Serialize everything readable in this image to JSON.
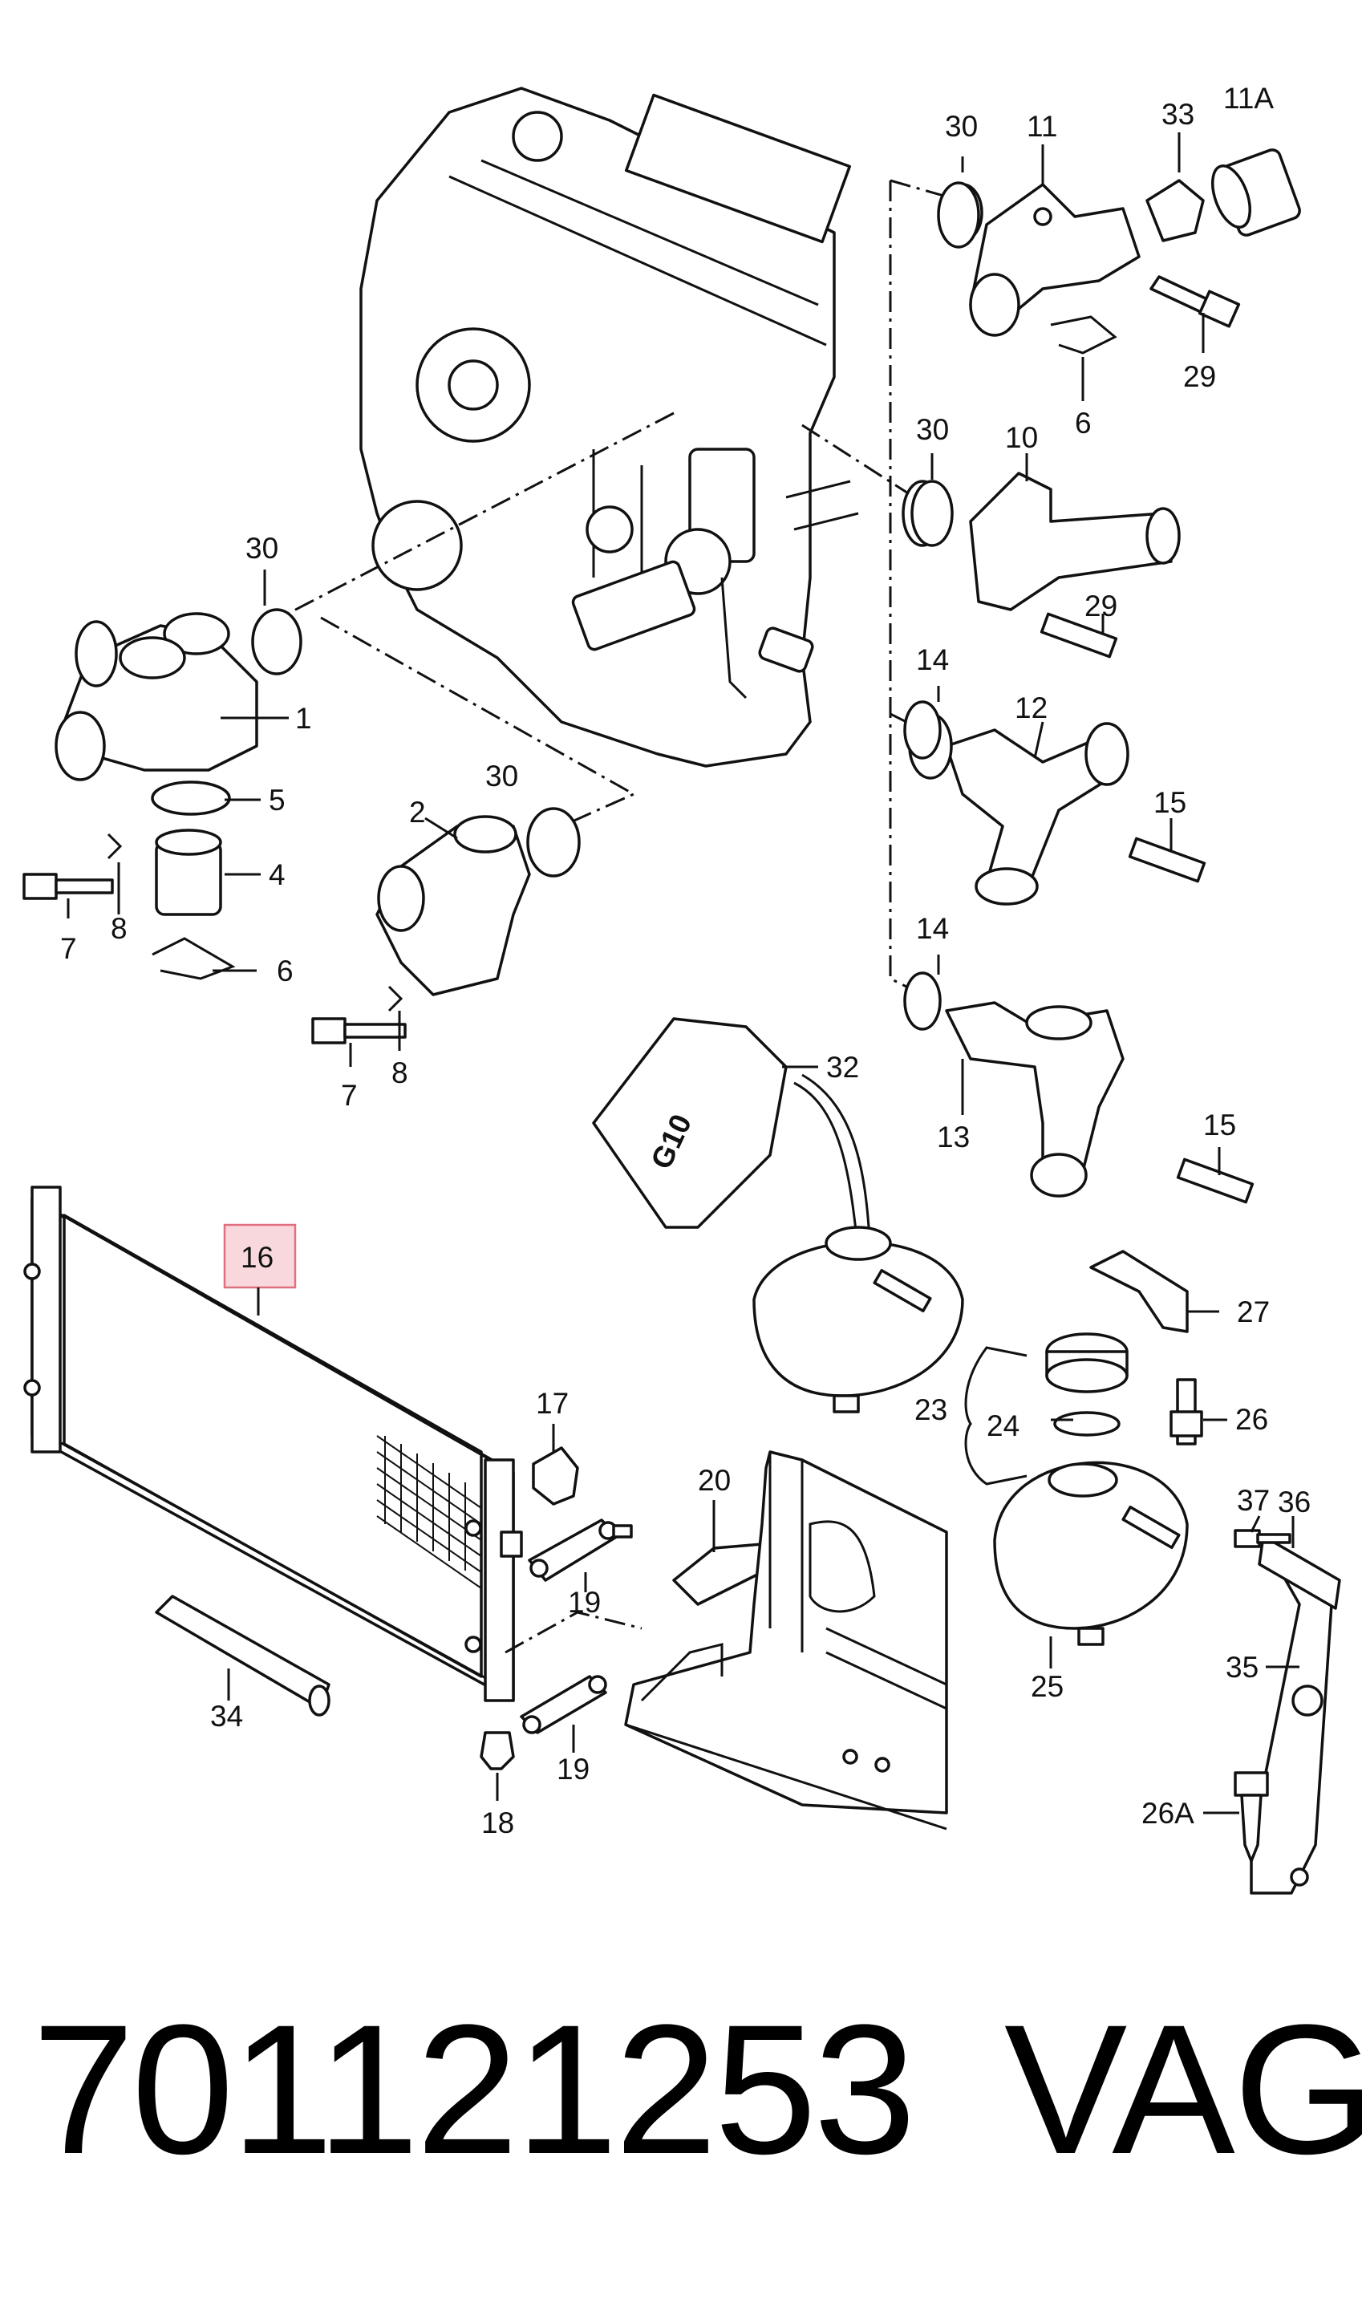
{
  "part_number": "701121253",
  "brand": "VAG",
  "highlight_color": "#e07080",
  "callouts": [
    {
      "id": "c30a",
      "text": "30"
    },
    {
      "id": "c11",
      "text": "11"
    },
    {
      "id": "c33",
      "text": "33"
    },
    {
      "id": "c11A",
      "text": "11A"
    },
    {
      "id": "c29a",
      "text": "29"
    },
    {
      "id": "c6a",
      "text": "6"
    },
    {
      "id": "c30b",
      "text": "30"
    },
    {
      "id": "c10",
      "text": "10"
    },
    {
      "id": "c29b",
      "text": "29"
    },
    {
      "id": "c30c",
      "text": "30"
    },
    {
      "id": "c1",
      "text": "1"
    },
    {
      "id": "c5",
      "text": "5"
    },
    {
      "id": "c4",
      "text": "4"
    },
    {
      "id": "c6b",
      "text": "6"
    },
    {
      "id": "c7a",
      "text": "7"
    },
    {
      "id": "c8a",
      "text": "8"
    },
    {
      "id": "c30d",
      "text": "30"
    },
    {
      "id": "c2",
      "text": "2"
    },
    {
      "id": "c7b",
      "text": "7"
    },
    {
      "id": "c8b",
      "text": "8"
    },
    {
      "id": "c14a",
      "text": "14"
    },
    {
      "id": "c12",
      "text": "12"
    },
    {
      "id": "c15a",
      "text": "15"
    },
    {
      "id": "c14b",
      "text": "14"
    },
    {
      "id": "c13",
      "text": "13"
    },
    {
      "id": "c15b",
      "text": "15"
    },
    {
      "id": "c32",
      "text": "32"
    },
    {
      "id": "c16",
      "text": "16"
    },
    {
      "id": "c27",
      "text": "27"
    },
    {
      "id": "c23",
      "text": "23"
    },
    {
      "id": "c24",
      "text": "24"
    },
    {
      "id": "c26",
      "text": "26"
    },
    {
      "id": "c17",
      "text": "17"
    },
    {
      "id": "c20",
      "text": "20"
    },
    {
      "id": "c19a",
      "text": "19"
    },
    {
      "id": "c37",
      "text": "37"
    },
    {
      "id": "c36",
      "text": "36"
    },
    {
      "id": "c34",
      "text": "34"
    },
    {
      "id": "c35",
      "text": "35"
    },
    {
      "id": "c25",
      "text": "25"
    },
    {
      "id": "c19b",
      "text": "19"
    },
    {
      "id": "c18",
      "text": "18"
    },
    {
      "id": "c26A",
      "text": "26A"
    }
  ],
  "canister_marking": "G10",
  "highlighted_callout": "16"
}
